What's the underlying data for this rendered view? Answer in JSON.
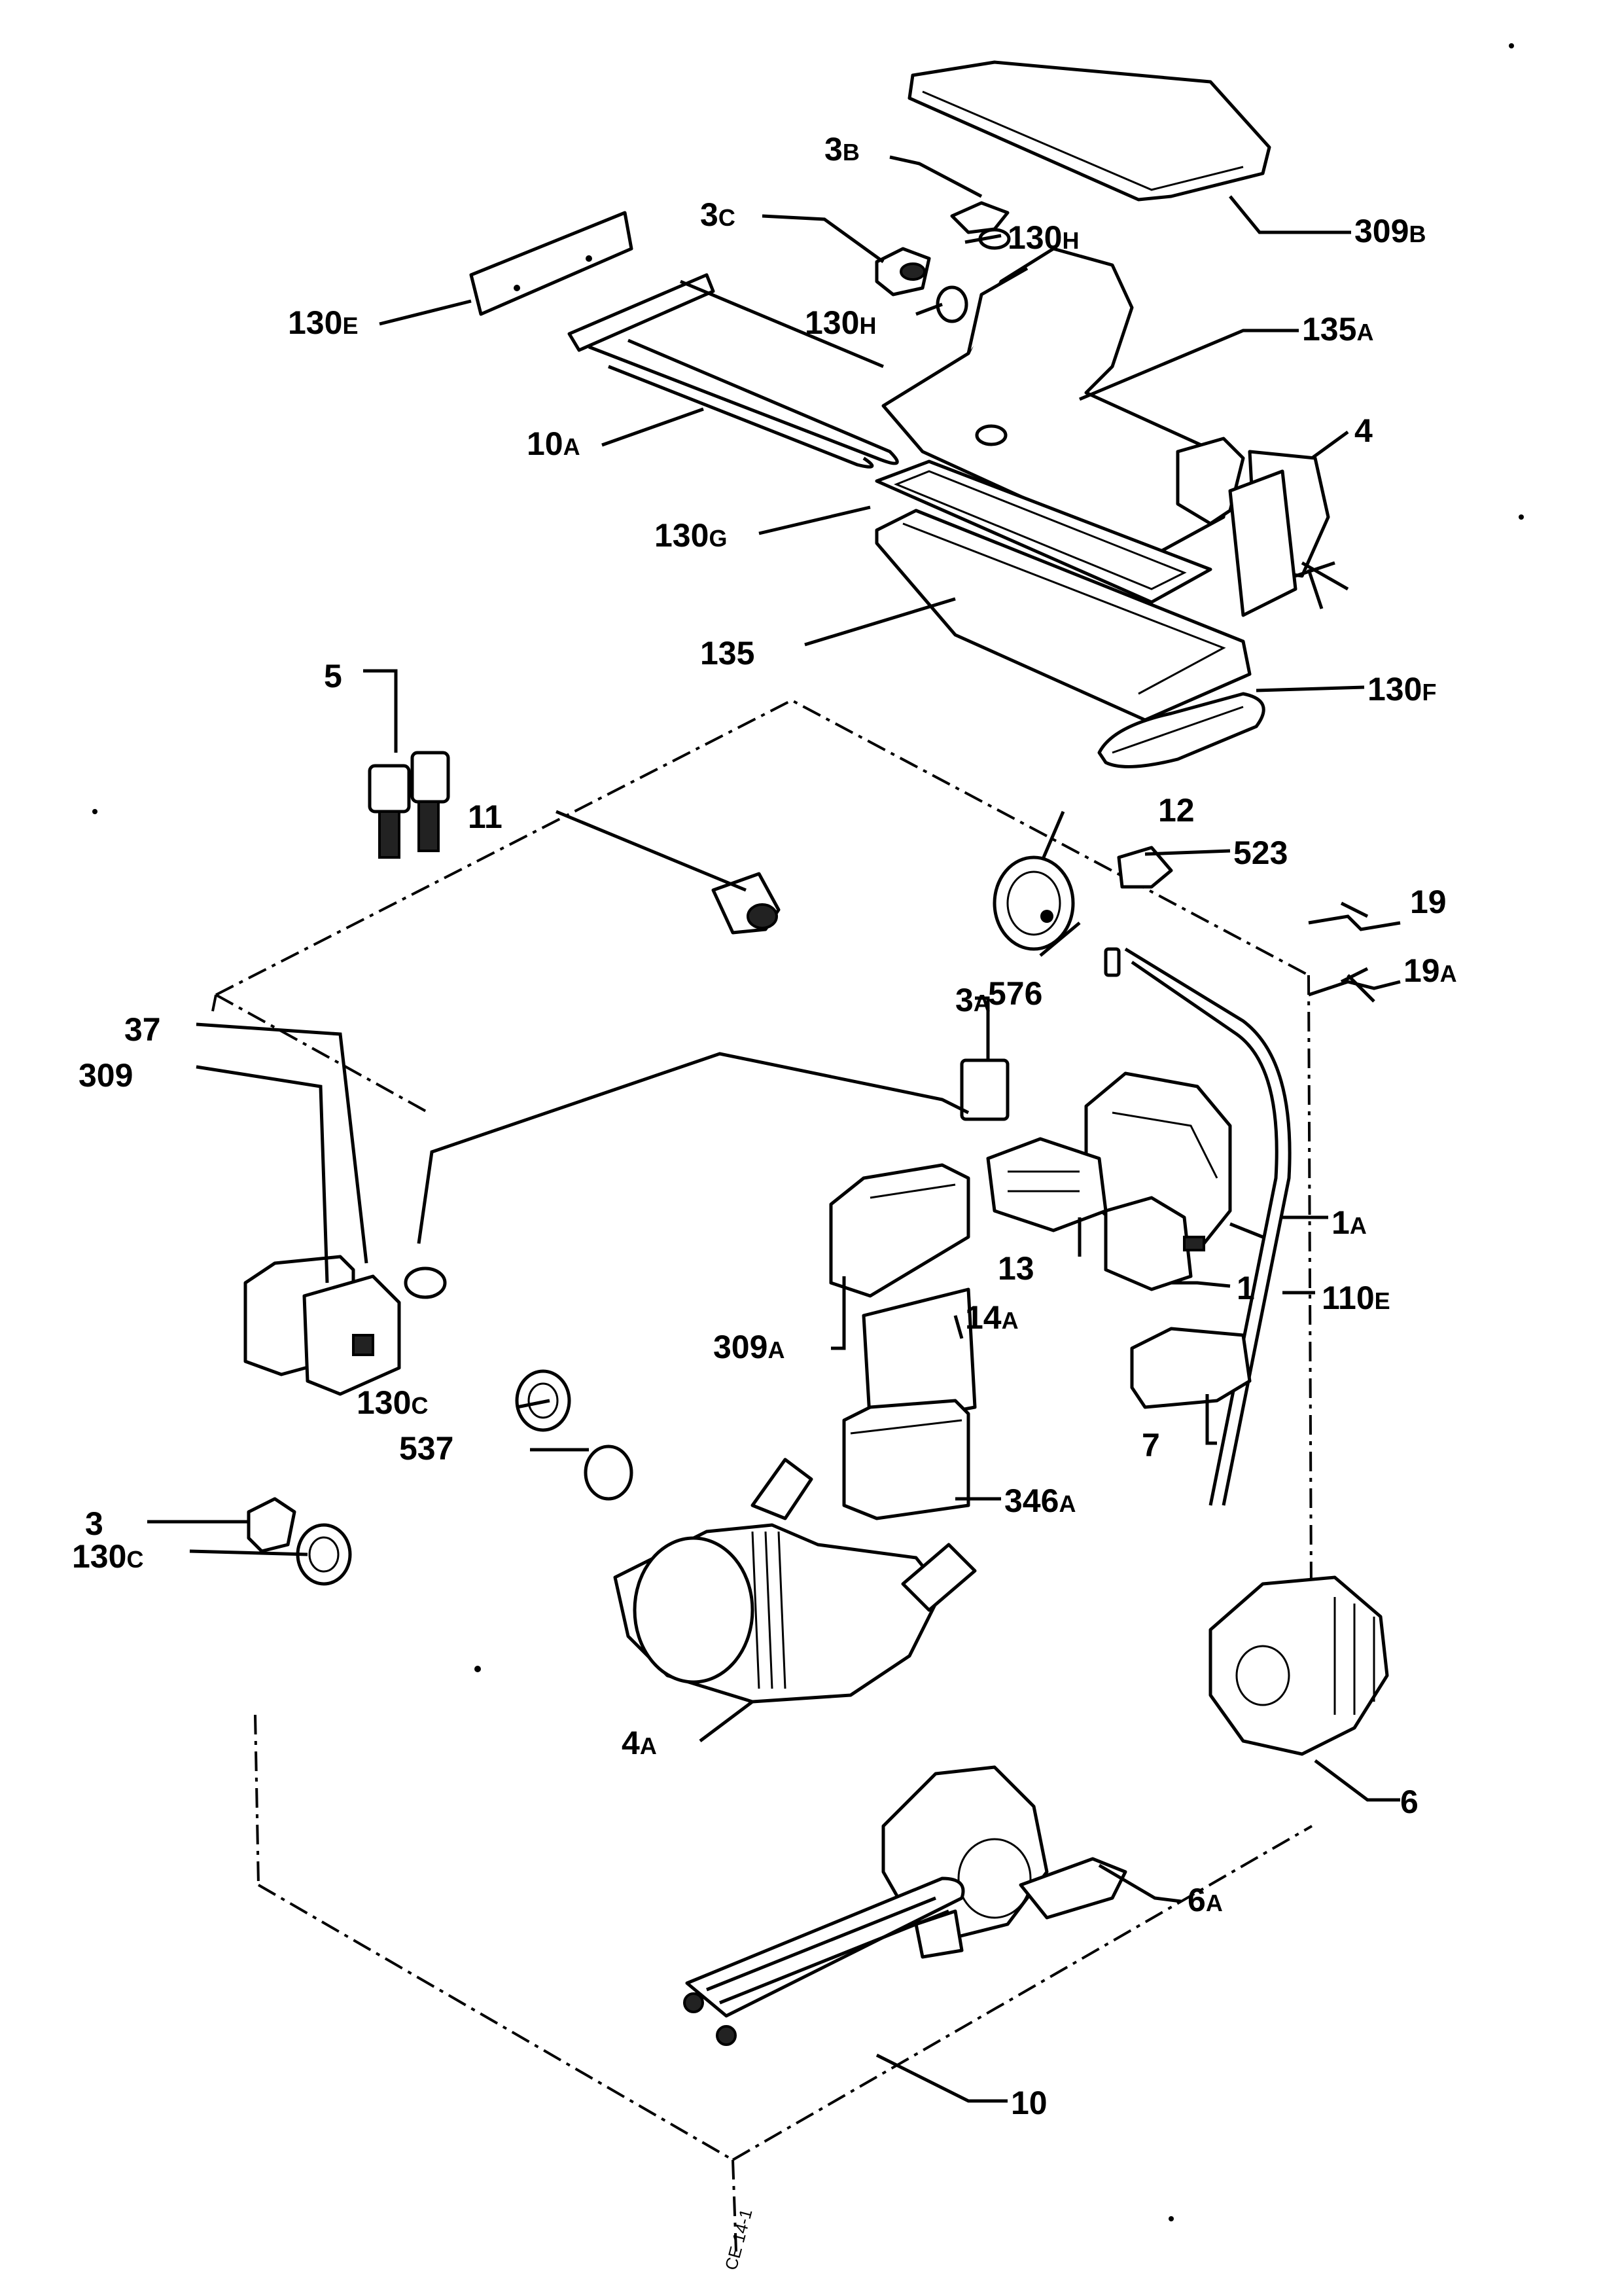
{
  "diagram": {
    "callouts": [
      {
        "id": "309B",
        "num": "309",
        "suffix": "B"
      },
      {
        "id": "3B",
        "num": "3",
        "suffix": "B"
      },
      {
        "id": "3C",
        "num": "3",
        "suffix": "C"
      },
      {
        "id": "130H-top",
        "num": "130",
        "suffix": "H"
      },
      {
        "id": "130H-bottom",
        "num": "130",
        "suffix": "H"
      },
      {
        "id": "130E",
        "num": "130",
        "suffix": "E"
      },
      {
        "id": "135A",
        "num": "135",
        "suffix": "A"
      },
      {
        "id": "10A",
        "num": "10",
        "suffix": "A"
      },
      {
        "id": "4",
        "num": "4",
        "suffix": ""
      },
      {
        "id": "130G",
        "num": "130",
        "suffix": "G"
      },
      {
        "id": "135",
        "num": "135",
        "suffix": ""
      },
      {
        "id": "130F",
        "num": "130",
        "suffix": "F"
      },
      {
        "id": "5",
        "num": "5",
        "suffix": ""
      },
      {
        "id": "11",
        "num": "11",
        "suffix": ""
      },
      {
        "id": "12",
        "num": "12",
        "suffix": ""
      },
      {
        "id": "523",
        "num": "523",
        "suffix": ""
      },
      {
        "id": "19",
        "num": "19",
        "suffix": ""
      },
      {
        "id": "19A",
        "num": "19",
        "suffix": "A"
      },
      {
        "id": "576",
        "num": "576",
        "suffix": ""
      },
      {
        "id": "37",
        "num": "37",
        "suffix": ""
      },
      {
        "id": "309",
        "num": "309",
        "suffix": ""
      },
      {
        "id": "3A",
        "num": "3",
        "suffix": "A"
      },
      {
        "id": "1A",
        "num": "1",
        "suffix": "A"
      },
      {
        "id": "13",
        "num": "13",
        "suffix": ""
      },
      {
        "id": "1",
        "num": "1",
        "suffix": ""
      },
      {
        "id": "110E",
        "num": "110",
        "suffix": "E"
      },
      {
        "id": "309A",
        "num": "309",
        "suffix": "A"
      },
      {
        "id": "14A",
        "num": "14",
        "suffix": "A"
      },
      {
        "id": "130C-upper",
        "num": "130",
        "suffix": "C"
      },
      {
        "id": "537",
        "num": "537",
        "suffix": ""
      },
      {
        "id": "7",
        "num": "7",
        "suffix": ""
      },
      {
        "id": "346A",
        "num": "346",
        "suffix": "A"
      },
      {
        "id": "3",
        "num": "3",
        "suffix": ""
      },
      {
        "id": "130C-lower",
        "num": "130",
        "suffix": "C"
      },
      {
        "id": "4A",
        "num": "4",
        "suffix": "A"
      },
      {
        "id": "6",
        "num": "6",
        "suffix": ""
      },
      {
        "id": "6A",
        "num": "6",
        "suffix": "A"
      },
      {
        "id": "10",
        "num": "10",
        "suffix": ""
      }
    ],
    "corner_code": "CE 14-1"
  }
}
